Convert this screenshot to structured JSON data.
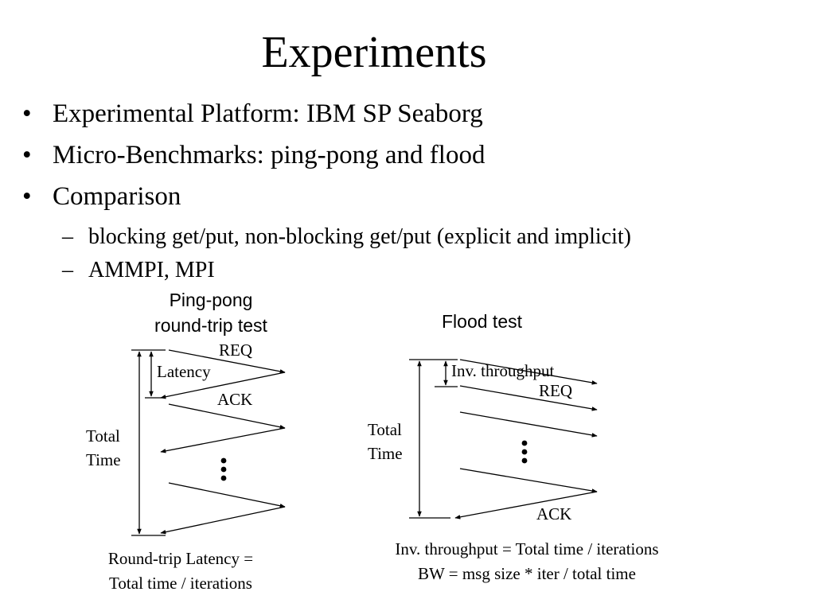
{
  "slide": {
    "title": "Experiments",
    "bullets": [
      "Experimental Platform: IBM SP Seaborg",
      "Micro-Benchmarks: ping-pong and flood",
      "Comparison"
    ],
    "sub_bullets": [
      "blocking get/put, non-blocking get/put (explicit and implicit)",
      "AMMPI, MPI"
    ],
    "bullet_glyph": "•",
    "dash_glyph": "–"
  },
  "pingpong": {
    "title_line1": "Ping-pong",
    "title_line2": "round-trip test",
    "req": "REQ",
    "latency": "Latency",
    "ack": "ACK",
    "total_line1": "Total",
    "total_line2": "Time",
    "formula_line1": "Round-trip Latency =",
    "formula_line2": "Total time / iterations"
  },
  "flood": {
    "title": "Flood test",
    "inv_throughput": "Inv. throughput",
    "req": "REQ",
    "ack": "ACK",
    "total_line1": "Total",
    "total_line2": "Time",
    "formula_line1": "Inv. throughput = Total time / iterations",
    "formula_line2": "BW = msg size * iter / total time"
  }
}
